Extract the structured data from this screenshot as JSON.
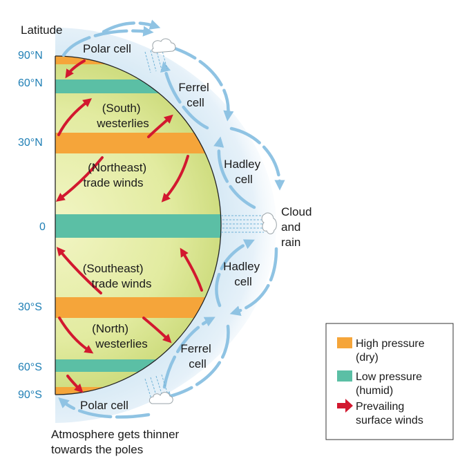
{
  "axis_title": "Latitude",
  "latitudes": [
    {
      "key": "n90",
      "label": "90°N"
    },
    {
      "key": "n60",
      "label": "60°N"
    },
    {
      "key": "n30",
      "label": "30°N"
    },
    {
      "key": "eq",
      "label": "0"
    },
    {
      "key": "s30",
      "label": "30°S"
    },
    {
      "key": "s60",
      "label": "60°S"
    },
    {
      "key": "s90",
      "label": "90°S"
    }
  ],
  "cells": {
    "polar_north": "Polar cell",
    "ferrel_north": [
      "Ferrel",
      "cell"
    ],
    "hadley_north": [
      "Hadley",
      "cell"
    ],
    "cloud": [
      "Cloud",
      "and",
      "rain"
    ],
    "hadley_south": [
      "Hadley",
      "cell"
    ],
    "ferrel_south": [
      "Ferrel",
      "cell"
    ],
    "polar_south": "Polar cell"
  },
  "winds": {
    "south_westerlies": [
      "(South)",
      "westerlies"
    ],
    "northeast_trades": [
      "(Northeast)",
      "trade winds"
    ],
    "southeast_trades": [
      "(Southeast)",
      "trade winds"
    ],
    "north_westerlies": [
      "(North)",
      "westerlies"
    ]
  },
  "caption": [
    "Atmosphere gets thinner",
    "towards the poles"
  ],
  "legend": {
    "high": [
      "High pressure",
      "(dry)"
    ],
    "low": [
      "Low pressure",
      "(humid)"
    ],
    "winds": [
      "Prevailing",
      "surface winds"
    ]
  },
  "colors": {
    "high_pressure": "#f5a53a",
    "low_pressure": "#5bbfa5",
    "prevailing_winds": "#d2182f",
    "circulation": "#8fc3e3",
    "latitude_text": "#1f7fb5"
  }
}
